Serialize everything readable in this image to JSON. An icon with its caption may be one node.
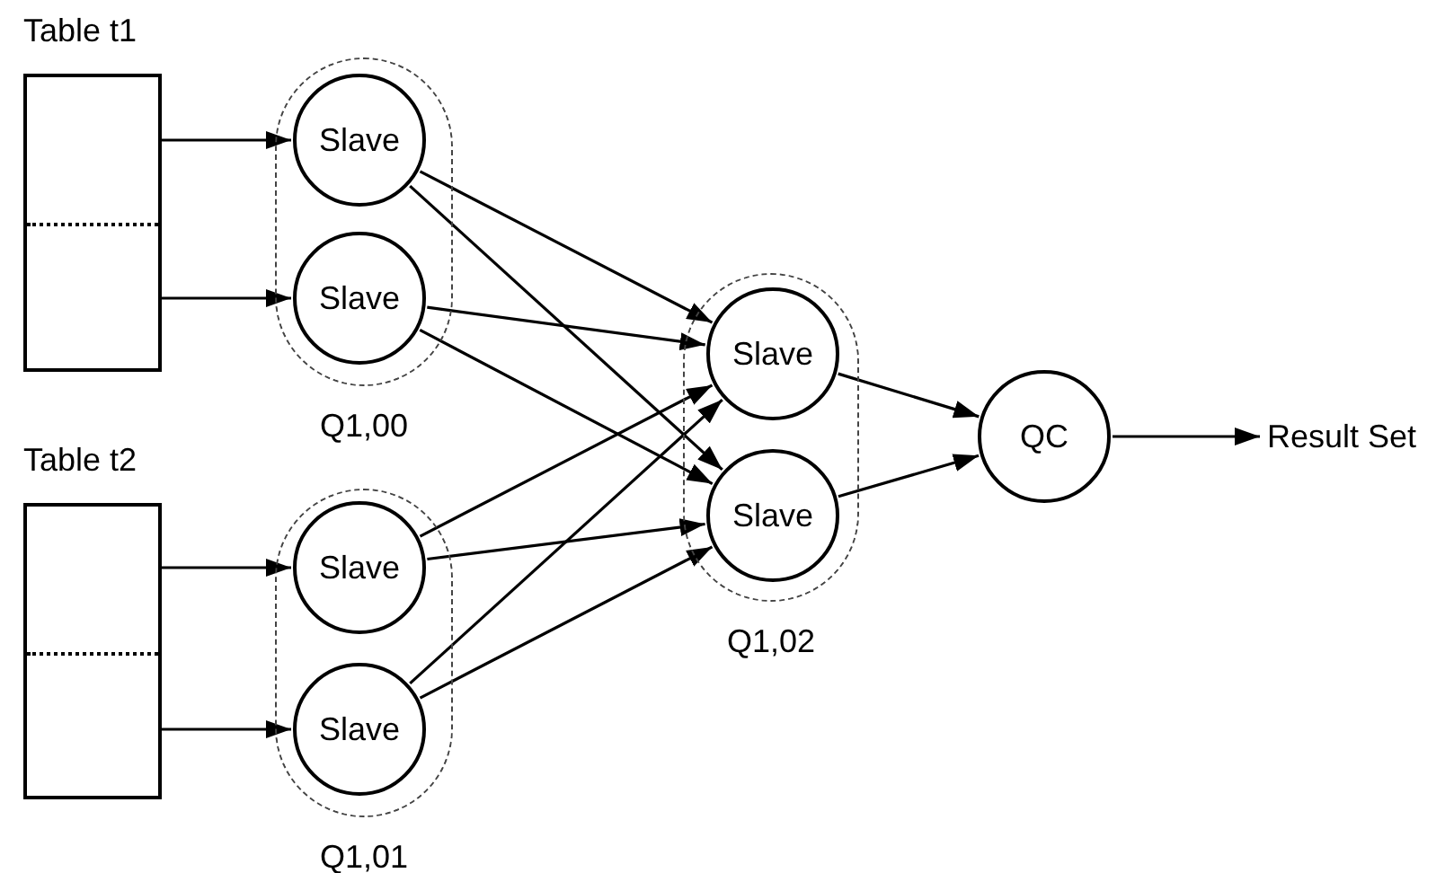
{
  "diagram": {
    "nodes": [
      {
        "text": [
          "Table t1"
        ]
      },
      {
        "text": [
          "Table t2"
        ]
      },
      {
        "text": [
          "Q1,00"
        ]
      },
      {
        "text": [
          "Slave"
        ],
        "in": 2
      },
      {
        "text": [
          "Slave"
        ],
        "in": 2
      },
      {
        "text": [
          "Q1,01"
        ]
      },
      {
        "text": [
          "Slave"
        ],
        "in": 5
      },
      {
        "text": [
          "Slave"
        ],
        "in": 5
      },
      {
        "text": [
          "Q1,02"
        ]
      },
      {
        "text": [
          "Slave"
        ],
        "in": 8
      },
      {
        "text": [
          "Slave"
        ],
        "in": 8
      },
      {
        "text": [
          "QC"
        ]
      },
      {
        "text": [
          "Result Set"
        ]
      }
    ],
    "edges": [
      {
        "from": 0,
        "to": 3,
        "arrow": "to"
      },
      {
        "from": 0,
        "to": 4,
        "arrow": "to"
      },
      {
        "from": 1,
        "to": 6,
        "arrow": "to"
      },
      {
        "from": 1,
        "to": 7,
        "arrow": "to"
      },
      {
        "from": 3,
        "to": 9,
        "arrow": "to"
      },
      {
        "from": 3,
        "to": 10,
        "arrow": "to"
      },
      {
        "from": 4,
        "to": 9,
        "arrow": "to"
      },
      {
        "from": 4,
        "to": 10,
        "arrow": "to"
      },
      {
        "from": 6,
        "to": 9,
        "arrow": "to"
      },
      {
        "from": 6,
        "to": 10,
        "arrow": "to"
      },
      {
        "from": 7,
        "to": 9,
        "arrow": "to"
      },
      {
        "from": 7,
        "to": 10,
        "arrow": "to"
      },
      {
        "from": 9,
        "to": 11,
        "arrow": "to"
      },
      {
        "from": 10,
        "to": 11,
        "arrow": "to"
      },
      {
        "from": 11,
        "to": 12,
        "arrow": "to"
      }
    ]
  }
}
